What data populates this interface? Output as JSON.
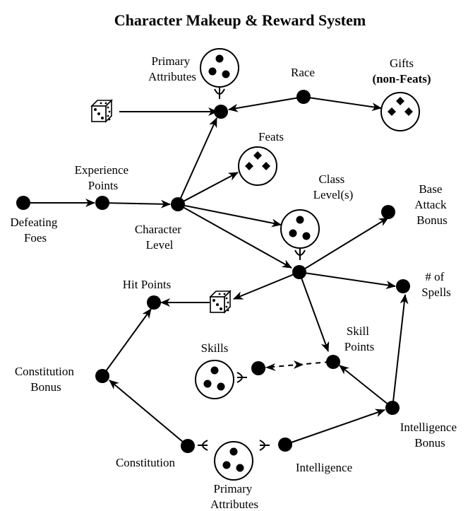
{
  "title": "Character Makeup & Reward System",
  "labels": {
    "primary_attributes_top": [
      "Primary",
      "Attributes"
    ],
    "race": "Race",
    "gifts": "Gifts",
    "gifts_sub": "(non-Feats)",
    "feats": "Feats",
    "experience_points": [
      "Experience",
      "Points"
    ],
    "defeating_foes": [
      "Defeating",
      "Foes"
    ],
    "character_level": [
      "Character",
      "Level"
    ],
    "class_levels": [
      "Class",
      "Level(s)"
    ],
    "base_attack_bonus": [
      "Base",
      "Attack",
      "Bonus"
    ],
    "num_spells": [
      "# of",
      "Spells"
    ],
    "hit_points": "Hit Points",
    "skill_points": [
      "Skill",
      "Points"
    ],
    "skills": "Skills",
    "constitution_bonus": [
      "Constitution",
      "Bonus"
    ],
    "intelligence_bonus": [
      "Intelligence",
      "Bonus"
    ],
    "constitution": "Constitution",
    "intelligence": "Intelligence",
    "primary_attributes_bottom": [
      "Primary",
      "Attributes"
    ]
  },
  "icons": {
    "die": "die-icon",
    "resource_pool": "resource-pool-icon",
    "trigger": "trigger-icon"
  }
}
